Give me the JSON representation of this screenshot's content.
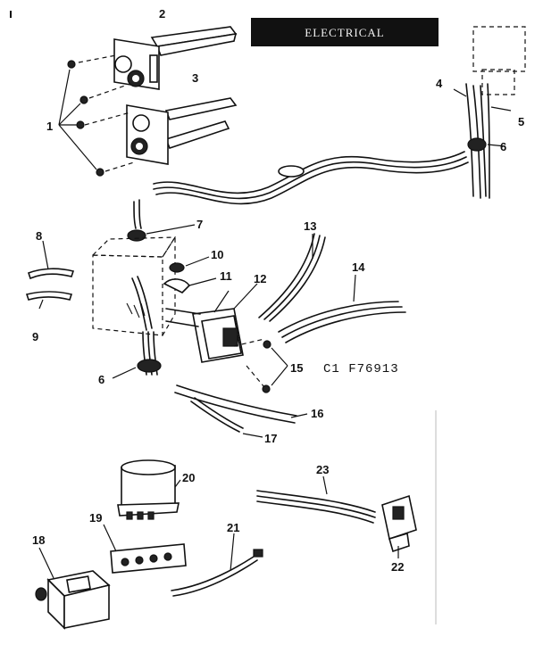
{
  "title": "ELECTRICAL",
  "figure_code": "C1   F76913",
  "part_labels": {
    "p1": "1",
    "p2": "2",
    "p3": "3",
    "p4": "4",
    "p5": "5",
    "p6a": "6",
    "p6b": "6",
    "p7": "7",
    "p8": "8",
    "p9": "9",
    "p10": "10",
    "p11": "11",
    "p12": "12",
    "p13": "13",
    "p14": "14",
    "p15": "15",
    "p16": "16",
    "p17": "17",
    "p18": "18",
    "p19": "19",
    "p20": "20",
    "p21": "21",
    "p22": "22",
    "p23": "23"
  }
}
